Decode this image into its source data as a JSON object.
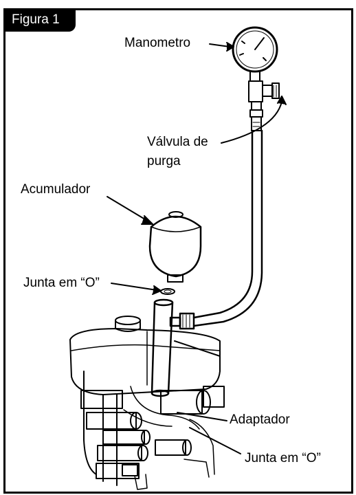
{
  "figure": {
    "tab_label": "Figura 1",
    "labels": {
      "gauge": "Manometro",
      "bleed_valve_line1": "Válvula de",
      "bleed_valve_line2": "purga",
      "accumulator": "Acumulador",
      "o_ring_top": "Junta em “O”",
      "adapter": "Adaptador",
      "o_ring_bottom": "Junta em “O”"
    }
  },
  "colors": {
    "frame": "#000000",
    "tab_background": "#000000",
    "tab_text": "#ffffff",
    "drawing": "#000000"
  }
}
